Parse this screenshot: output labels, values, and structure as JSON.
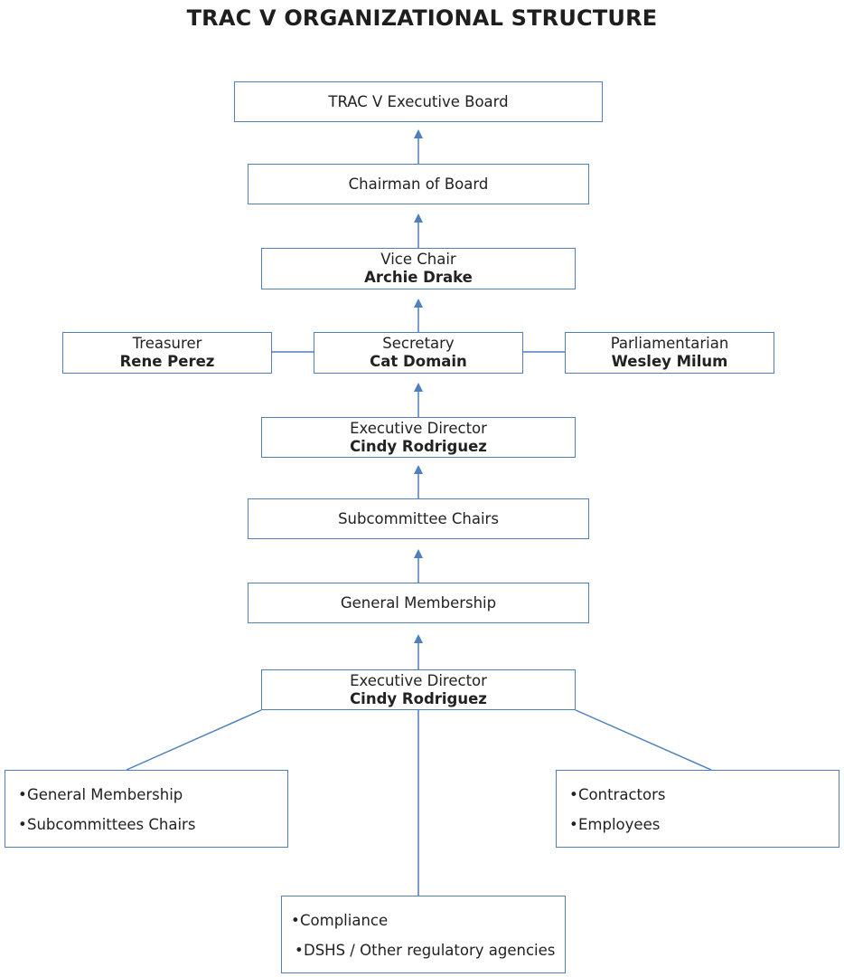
{
  "title": "TRAC V ORGANIZATIONAL STRUCTURE",
  "colors": {
    "line": "#4f7fbc",
    "text": "#222222"
  },
  "nodes": {
    "board": {
      "label": "TRAC V Executive Board"
    },
    "chairman": {
      "label": "Chairman of Board"
    },
    "vice_chair": {
      "role": "Vice Chair",
      "name": "Archie Drake"
    },
    "treasurer": {
      "role": "Treasurer",
      "name": "Rene Perez"
    },
    "secretary": {
      "role": "Secretary",
      "name": "Cat Domain"
    },
    "parliamentarian": {
      "role": "Parliamentarian",
      "name": "Wesley Milum"
    },
    "exec_director_top": {
      "role": "Executive Director",
      "name": "Cindy Rodriguez"
    },
    "subcommittee_chairs": {
      "label": "Subcommittee Chairs"
    },
    "general_membership": {
      "label": "General Membership"
    },
    "exec_director_bottom": {
      "role": "Executive Director",
      "name": "Cindy Rodriguez"
    }
  },
  "lists": {
    "left": {
      "items": [
        "General Membership",
        "Subcommittees Chairs"
      ]
    },
    "right": {
      "items": [
        "Contractors",
        "Employees"
      ]
    },
    "bottom": {
      "items": [
        "Compliance",
        "DSHS / Other regulatory agencies"
      ]
    }
  },
  "bullet": "•"
}
